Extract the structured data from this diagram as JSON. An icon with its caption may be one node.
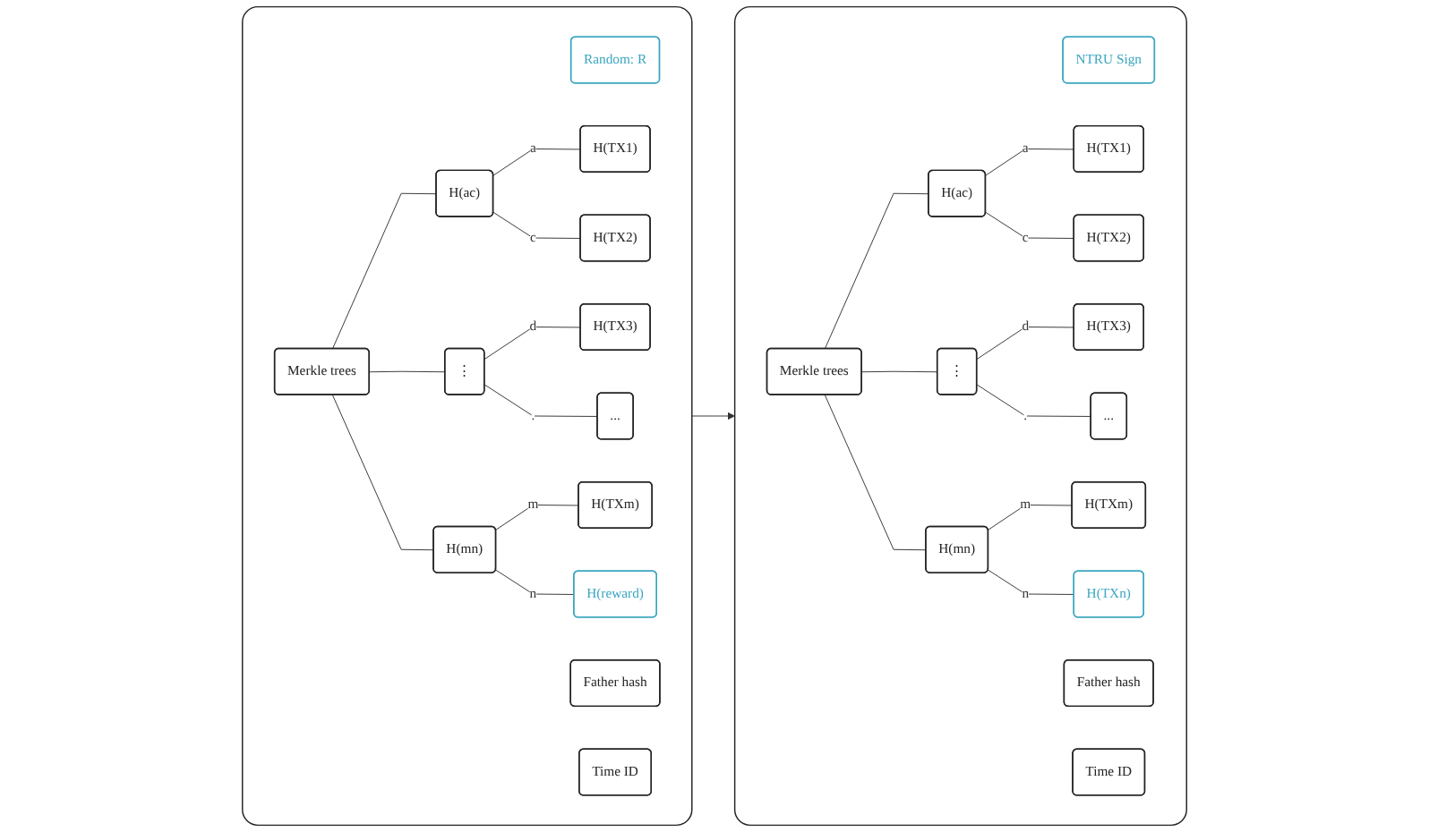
{
  "diagram": {
    "nodes": [
      {
        "text": [],
        "shape": "box"
      },
      {
        "text": [
          "Random: R"
        ],
        "in": 0
      },
      {
        "text": [
          "Father hash"
        ],
        "in": 0
      },
      {
        "text": [
          "Time ID"
        ],
        "in": 0
      },
      {
        "text": [
          "H(ac)"
        ],
        "in": 0
      },
      {
        "text": [
          "H(TX1)"
        ],
        "in": 0
      },
      {
        "text": [
          "H(TX2)"
        ],
        "in": 0
      },
      {
        "text": [
          "Merkle trees"
        ],
        "in": 0
      },
      {
        "text": [
          "⋮"
        ],
        "in": 0
      },
      {
        "text": [
          "H(TX3)"
        ],
        "in": 0
      },
      {
        "text": [
          "..."
        ],
        "in": 0
      },
      {
        "text": [
          "H(mn)"
        ],
        "in": 0
      },
      {
        "text": [
          "H(TXm)"
        ],
        "in": 0
      },
      {
        "text": [
          "H(reward)"
        ],
        "in": 0
      },
      {
        "text": [],
        "shape": "box"
      },
      {
        "text": [
          "NTRU Sign"
        ],
        "in": 14
      },
      {
        "text": [
          "Father hash"
        ],
        "in": 14
      },
      {
        "text": [
          "Time ID"
        ],
        "in": 14
      },
      {
        "text": [
          "H(ac)"
        ],
        "in": 14
      },
      {
        "text": [
          "H(TX1)"
        ],
        "in": 14
      },
      {
        "text": [
          "H(TX2)"
        ],
        "in": 14
      },
      {
        "text": [
          "Merkle trees"
        ],
        "in": 14
      },
      {
        "text": [
          "⋮"
        ],
        "in": 14
      },
      {
        "text": [
          "H(TX3)"
        ],
        "in": 14
      },
      {
        "text": [
          "..."
        ],
        "in": 14
      },
      {
        "text": [
          "H(mn)"
        ],
        "in": 14
      },
      {
        "text": [
          "H(TXm)"
        ],
        "in": 14
      },
      {
        "text": [
          "H(TXn)"
        ],
        "in": 14
      }
    ],
    "edges": [
      {
        "from": 7,
        "to": 4,
        "arrow": "none"
      },
      {
        "from": 4,
        "to": 5,
        "arrow": "none",
        "label": "a"
      },
      {
        "from": 4,
        "to": 6,
        "arrow": "none",
        "label": "c"
      },
      {
        "from": 7,
        "to": 8,
        "arrow": "none"
      },
      {
        "from": 8,
        "to": 9,
        "arrow": "none",
        "label": "d"
      },
      {
        "from": 8,
        "to": 10,
        "arrow": "none",
        "label": "."
      },
      {
        "from": 7,
        "to": 11,
        "arrow": "none"
      },
      {
        "from": 11,
        "to": 12,
        "arrow": "none",
        "label": "m"
      },
      {
        "from": 11,
        "to": 13,
        "arrow": "none",
        "label": "n"
      },
      {
        "from": 21,
        "to": 18,
        "arrow": "none"
      },
      {
        "from": 18,
        "to": 19,
        "arrow": "none",
        "label": "a"
      },
      {
        "from": 18,
        "to": 20,
        "arrow": "none",
        "label": "c"
      },
      {
        "from": 21,
        "to": 22,
        "arrow": "none"
      },
      {
        "from": 22,
        "to": 23,
        "arrow": "none",
        "label": "d"
      },
      {
        "from": 22,
        "to": 24,
        "arrow": "none",
        "label": "."
      },
      {
        "from": 21,
        "to": 25,
        "arrow": "none"
      },
      {
        "from": 25,
        "to": 26,
        "arrow": "none",
        "label": "m"
      },
      {
        "from": 25,
        "to": 27,
        "arrow": "none",
        "label": "n"
      },
      {
        "from": 0,
        "to": 14,
        "arrow": "to"
      }
    ]
  }
}
